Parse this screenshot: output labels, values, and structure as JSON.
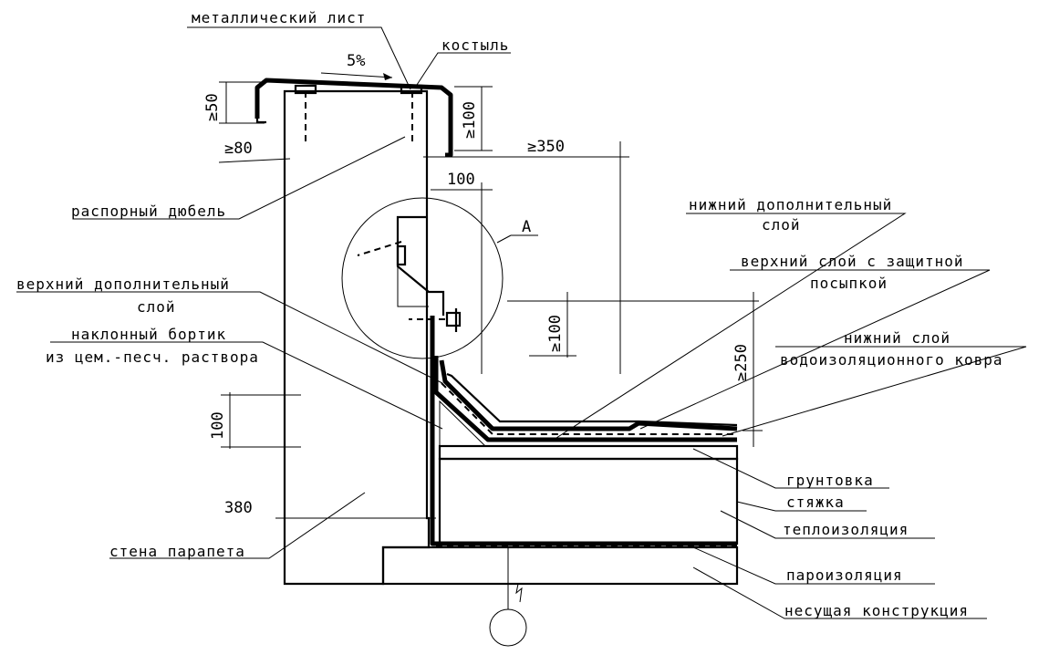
{
  "labels": {
    "metal_sheet": "металлический лист",
    "crutch": "костыль",
    "expansion_dowel": "распорный дюбель",
    "upper_extra_layer_1": "верхний дополнительный",
    "upper_extra_layer_2": "слой",
    "sloped_fillet_1": "наклонный бортик",
    "sloped_fillet_2": "из цем.-песч. раствора",
    "parapet_wall": "стена парапета",
    "lower_extra_layer_1": "нижний дополнительный",
    "lower_extra_layer_2": "слой",
    "top_layer_1": "верхний слой с защитной",
    "top_layer_2": "посыпкой",
    "bottom_layer_1": "нижний слой",
    "bottom_layer_2": "водоизоляционного ковра",
    "primer": "грунтовка",
    "screed": "стяжка",
    "insulation": "теплоизоляция",
    "vapor_barrier": "пароизоляция",
    "load_bearing": "несущая конструкция",
    "node_ref": "А"
  },
  "dimensions": {
    "slope": "5%",
    "d_50": "≥50",
    "d_80": "≥80",
    "d_100_top": "≥100",
    "d_350": "≥350",
    "d_100_mid": "100",
    "d_100_lap": "≥100",
    "d_250": "≥250",
    "d_100_left": "100",
    "d_380": "380"
  }
}
